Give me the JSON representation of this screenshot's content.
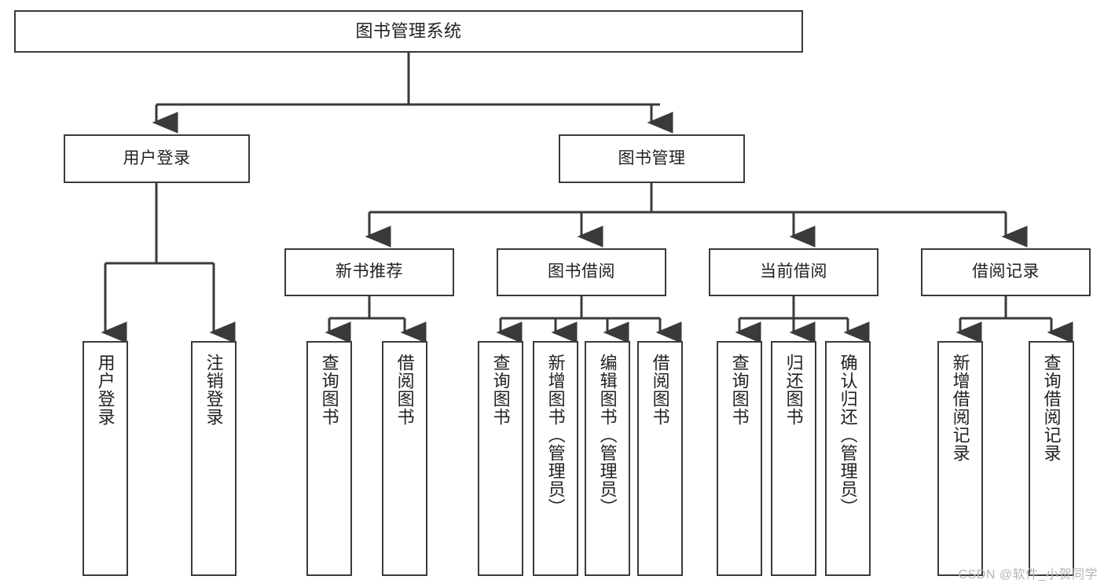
{
  "diagram": {
    "title": "图书管理系统",
    "type": "tree-hierarchy",
    "watermark": "CSDN @软件_小贺同学",
    "colors": {
      "background": "#ffffff",
      "border": "#3a3a3a",
      "text": "#222222",
      "connector": "#3a3a3a",
      "watermark": "#b4b4b4"
    },
    "nodes": {
      "root": {
        "label": "图书管理系统"
      },
      "level2": [
        {
          "label": "用户登录"
        },
        {
          "label": "图书管理"
        }
      ],
      "level3": [
        {
          "label": "新书推荐"
        },
        {
          "label": "图书借阅"
        },
        {
          "label": "当前借阅"
        },
        {
          "label": "借阅记录"
        }
      ],
      "leaves_user_login": [
        {
          "label": "用户登录"
        },
        {
          "label": "注销登录"
        }
      ],
      "leaves_new_book": [
        {
          "label": "查询图书"
        },
        {
          "label": "借阅图书"
        }
      ],
      "leaves_borrow": [
        {
          "label": "查询图书"
        },
        {
          "label": "新增图书（管理员）"
        },
        {
          "label": "编辑图书（管理员）"
        },
        {
          "label": "借阅图书"
        }
      ],
      "leaves_current": [
        {
          "label": "查询图书"
        },
        {
          "label": "归还图书"
        },
        {
          "label": "确认归还（管理员）"
        }
      ],
      "leaves_records": [
        {
          "label": "新增借阅记录"
        },
        {
          "label": "查询借阅记录"
        }
      ]
    }
  }
}
